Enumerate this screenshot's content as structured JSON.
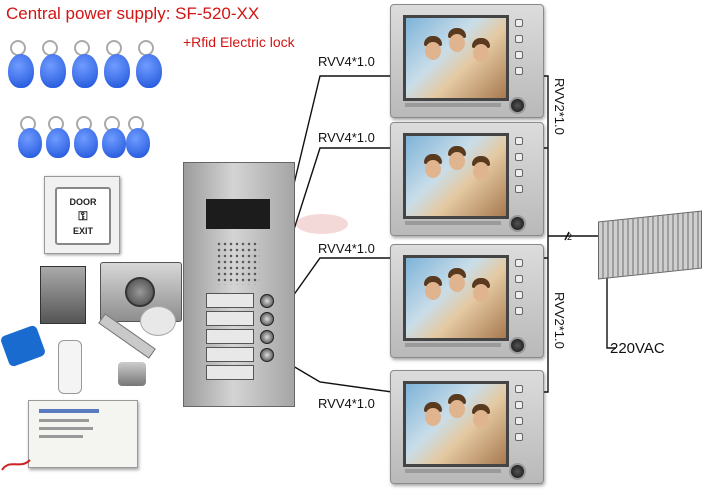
{
  "header": {
    "title": "Central power supply:  SF-520-XX",
    "subtitle": "+Rfid Electric lock"
  },
  "cables": {
    "monitor_feeds": [
      "RVV4*1.0",
      "RVV4*1.0",
      "RVV4*1.0",
      "RVV4*1.0"
    ],
    "bus_upper": "RVV2*1.0",
    "bus_lower": "RVV2*1.0",
    "junction_count": "2",
    "mains": "220VAC"
  },
  "door_panel": {
    "call_buttons": 4
  },
  "exit_button": {
    "line1": "DOOR",
    "line2": "EXIT"
  },
  "monitors": {
    "count": 4
  },
  "colors": {
    "title_red": "#d21414",
    "rfid_tag_blue": "#1a4fd8",
    "wire": "#111111"
  }
}
